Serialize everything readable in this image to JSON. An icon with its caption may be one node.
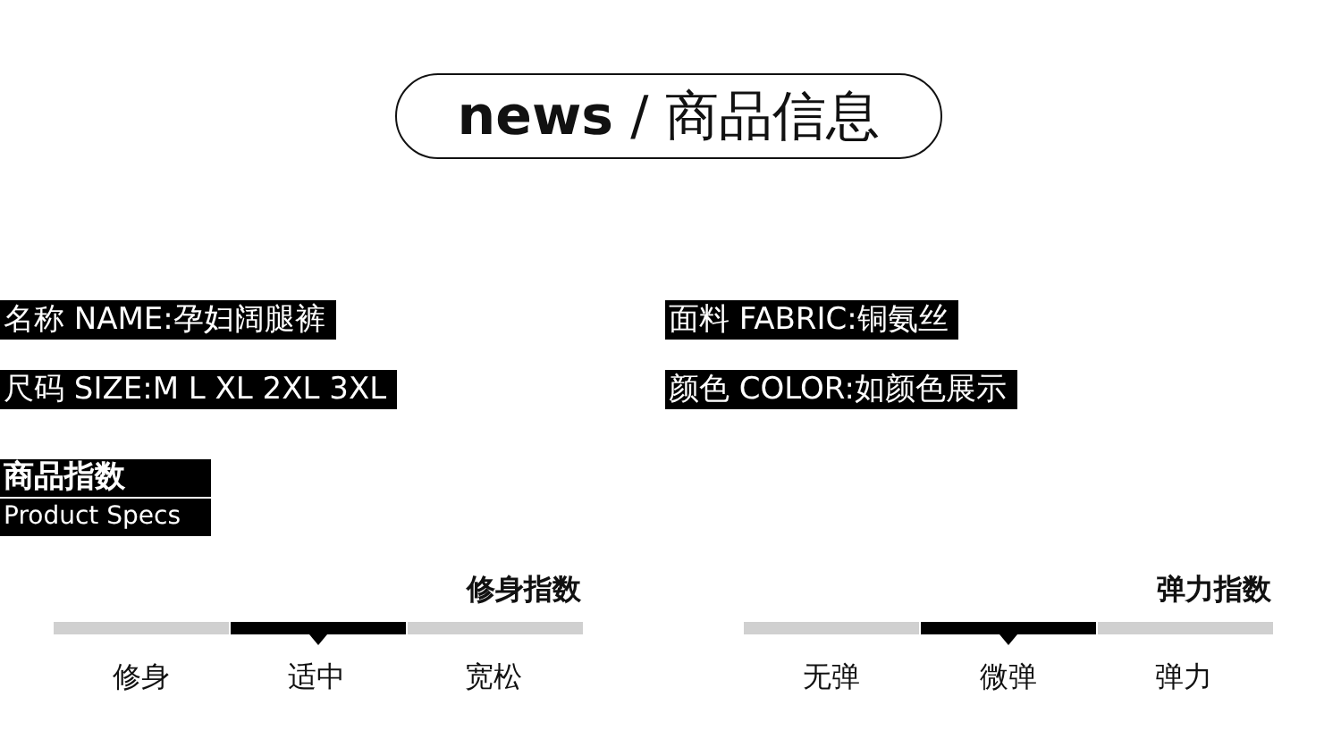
{
  "diagram": {
    "title": "**news** / 商品信息",
    "labels": [
      "名称 NAME:孕妇阔腿裤",
      "面料 FABRIC:铜氨丝",
      "尺码 SIZE:M L XL 2XL 3XL",
      "颜色 COLOR:如颜色展示",
      "商品指数",
      "Product Specs",
      "修身指数",
      "弹力指数",
      "修身",
      "适中",
      "宽松",
      "无弹",
      "微弹",
      "弹力"
    ]
  }
}
